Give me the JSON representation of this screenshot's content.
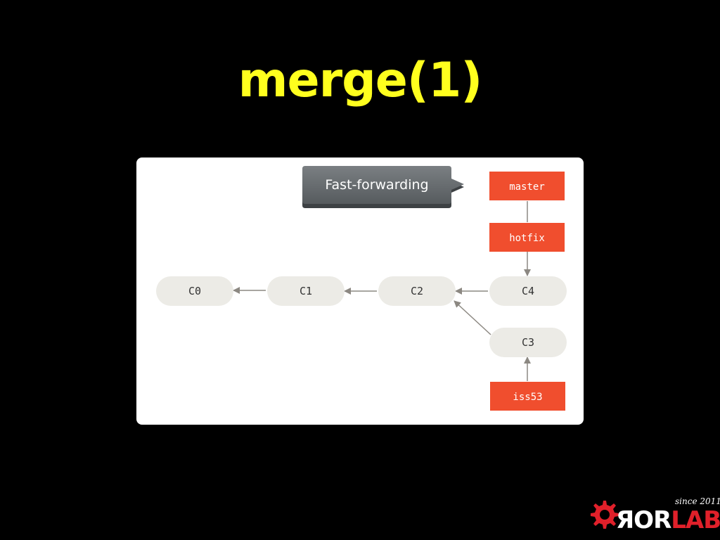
{
  "slide": {
    "title": "merge(1)"
  },
  "diagram": {
    "callout": "Fast-forwarding",
    "commits": {
      "c0": "C0",
      "c1": "C1",
      "c2": "C2",
      "c4": "C4",
      "c3": "C3"
    },
    "branches": {
      "master": "master",
      "hotfix": "hotfix",
      "iss53": "iss53"
    },
    "colors": {
      "commit_fill": "#ecebe6",
      "branch_fill": "#f04e2e",
      "arrow": "#8c8882",
      "callout_fill": "#686d70"
    }
  },
  "logo": {
    "since": "since 2011",
    "ror": "ЯOR",
    "lab": "LAB"
  }
}
